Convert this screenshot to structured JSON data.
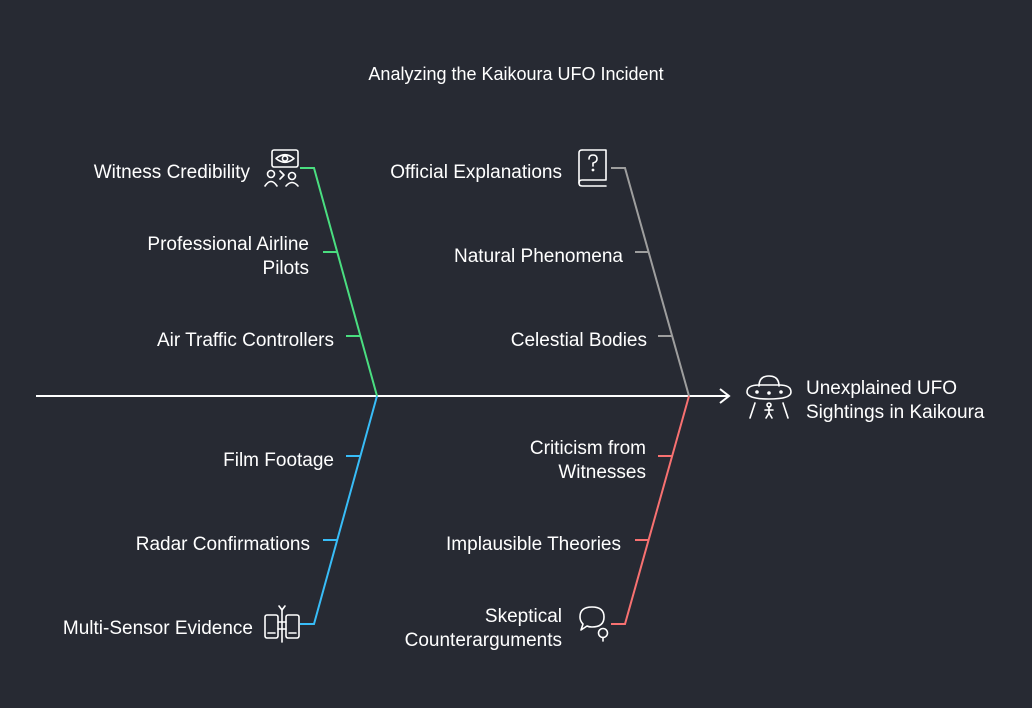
{
  "title": "Analyzing the Kaikoura UFO Incident",
  "effect": {
    "label": "Unexplained UFO Sightings in Kaikoura",
    "icon": "ufo-icon"
  },
  "categories": [
    {
      "label": "Witness Credibility",
      "icon": "witness-icon",
      "color": "#4ade80",
      "causes": [
        "Professional Airline Pilots",
        "Air Traffic Controllers"
      ]
    },
    {
      "label": "Official Explanations",
      "icon": "question-book-icon",
      "color": "#9e9e9e",
      "causes": [
        "Natural Phenomena",
        "Celestial Bodies"
      ]
    },
    {
      "label": "Multi-Sensor Evidence",
      "icon": "sensor-devices-icon",
      "color": "#38bdf8",
      "causes": [
        "Film Footage",
        "Radar Confirmations"
      ]
    },
    {
      "label": "Skeptical Counterarguments",
      "icon": "skeptic-chat-icon",
      "color": "#f87171",
      "causes": [
        "Criticism from Witnesses",
        "Implausible Theories"
      ]
    }
  ]
}
